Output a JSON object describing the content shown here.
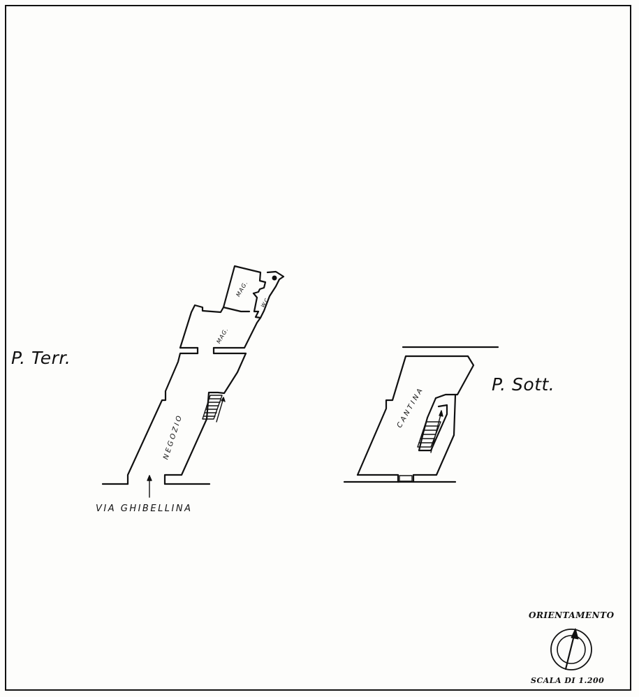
{
  "labels": {
    "ground_floor": "P. Terr.",
    "basement_floor": "P. Sott.",
    "street": "VIA GHIBELLINA"
  },
  "rooms": {
    "negozio": "NEGOZIO",
    "mag_lower": "MAG.",
    "mag_upper": "MAG.",
    "wc": "W.C.",
    "cantina": "CANTINA"
  },
  "orientation": {
    "title": "ORIENTAMENTO",
    "icon": "north-arrow-compass-icon"
  },
  "scale": {
    "label": "SCALA DI 1.200"
  },
  "colors": {
    "ink": "#111111",
    "paper": "#fdfdfb"
  }
}
